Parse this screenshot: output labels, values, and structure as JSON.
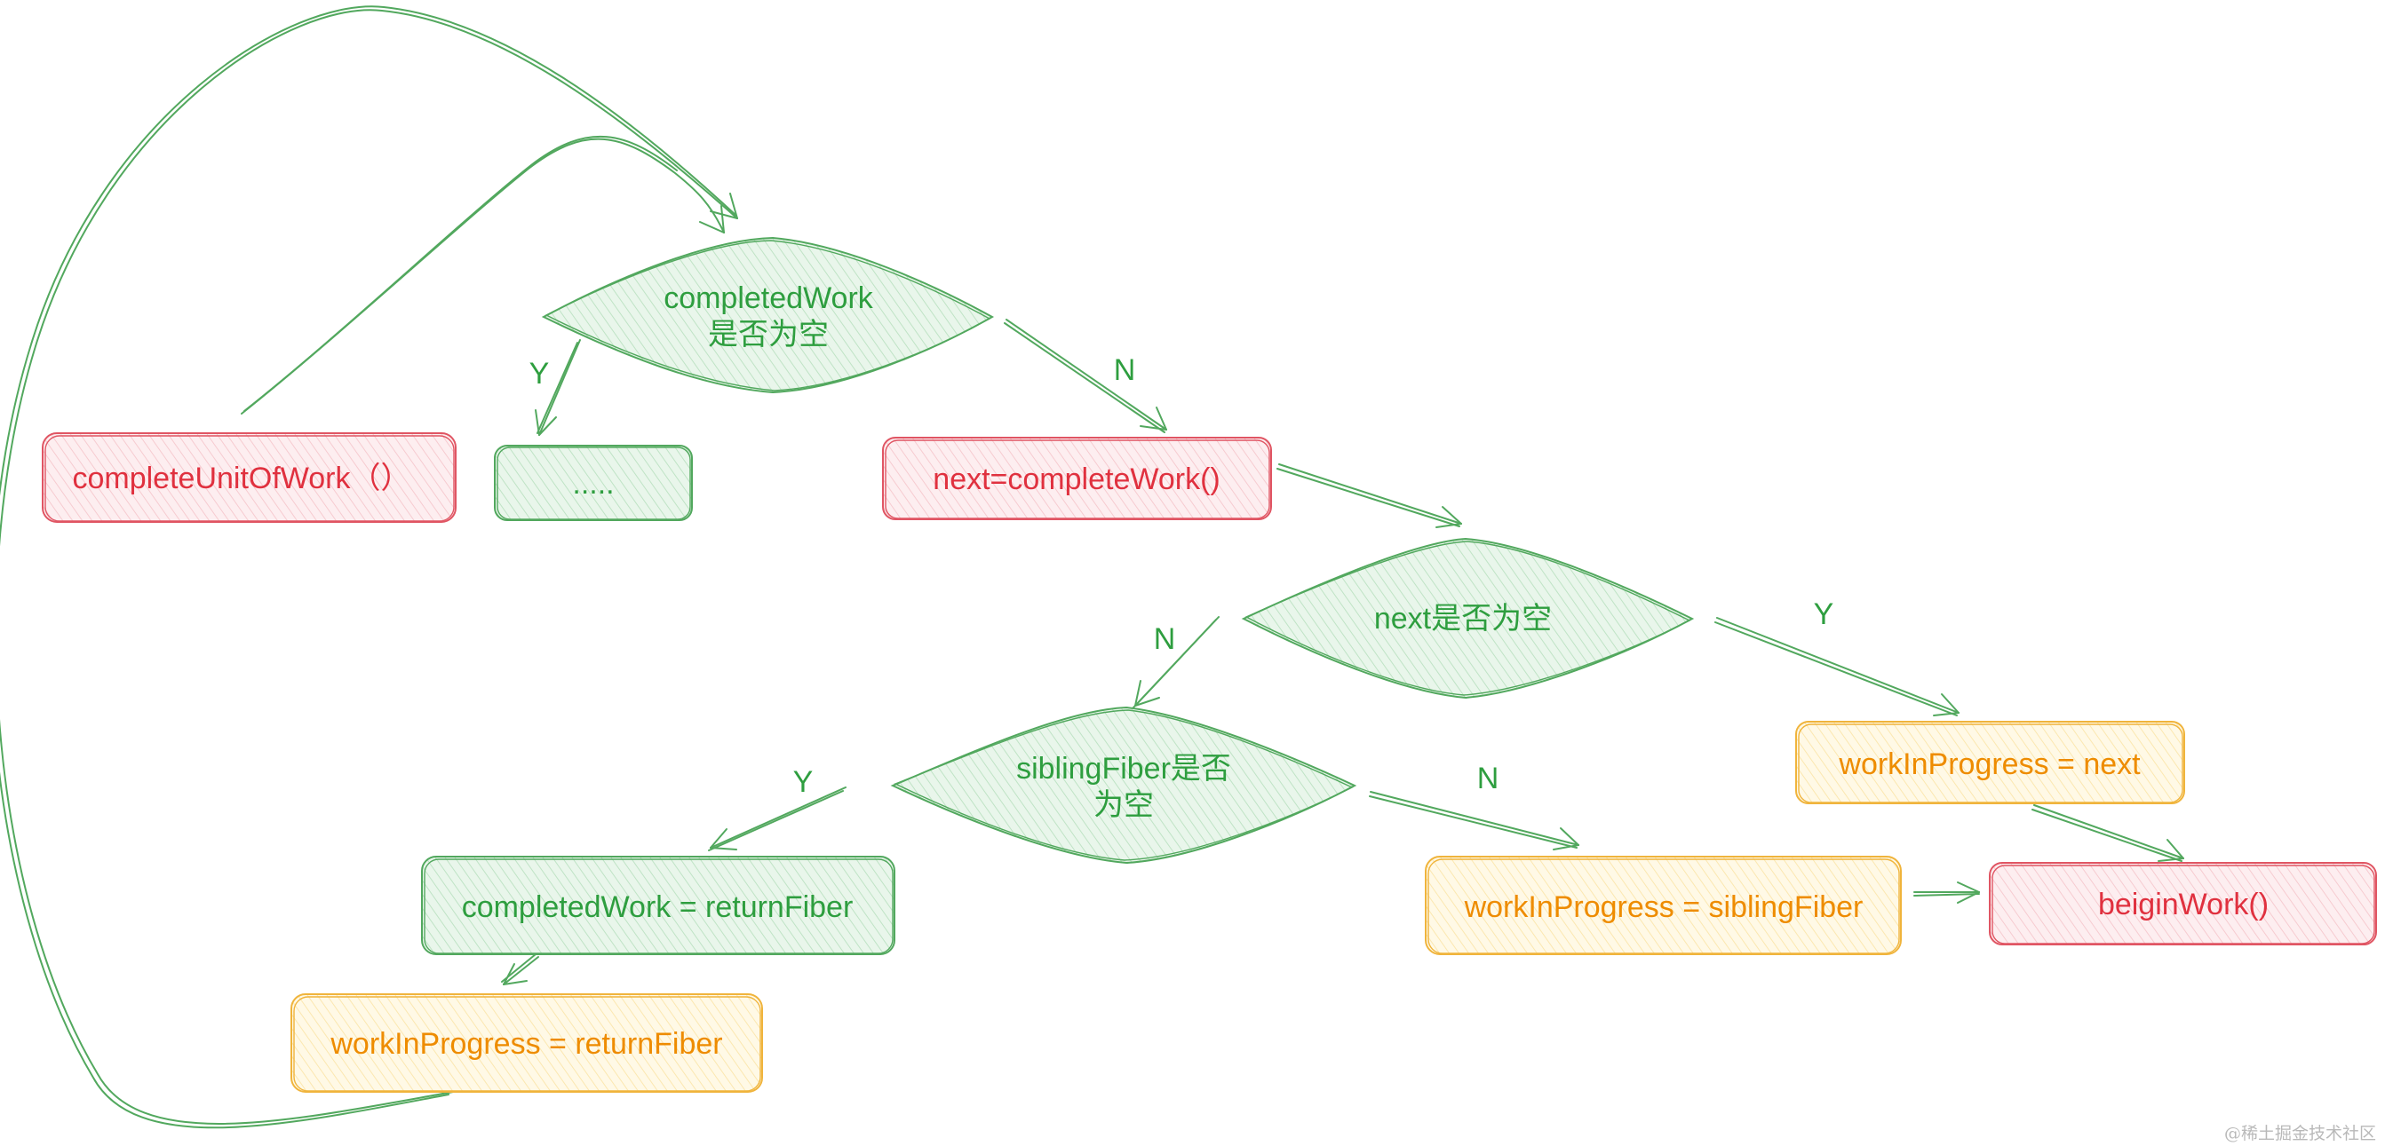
{
  "colors": {
    "green_stroke": "#52a85e",
    "green_fill": "#e6f4e8",
    "green_text": "#2e9e3f",
    "red_stroke": "#e05563",
    "red_fill": "#fbe6e8",
    "red_text": "#e0313f",
    "yellow_stroke": "#f0b43c",
    "yellow_fill": "#fff7dc",
    "yellow_text": "#ee8c00",
    "arrow": "#52a85e",
    "watermark": "#b9b9b9"
  },
  "nodes": {
    "complete_unit_of_work": {
      "text": "completeUnitOfWork（）"
    },
    "completed_work_empty": {
      "line1": "completedWork",
      "line2": "是否为空"
    },
    "ellipsis": {
      "text": "....."
    },
    "next_complete_work": {
      "text": "next=completeWork()"
    },
    "next_empty": {
      "text": "next是否为空"
    },
    "wip_next": {
      "text": "workInProgress = next"
    },
    "sibling_empty": {
      "line1": "siblingFiber是否",
      "line2": "为空"
    },
    "completed_work_return": {
      "text": "completedWork = returnFiber"
    },
    "wip_sibling": {
      "text": "workInProgress = siblingFiber"
    },
    "begin_work": {
      "text": "beiginWork()"
    },
    "wip_return": {
      "text": "workInProgress = returnFiber"
    }
  },
  "edge_labels": {
    "completed_yes": "Y",
    "completed_no": "N",
    "next_no": "N",
    "next_yes": "Y",
    "sibling_yes": "Y",
    "sibling_no": "N"
  },
  "watermark": {
    "text": "@稀土掘金技术社区"
  }
}
